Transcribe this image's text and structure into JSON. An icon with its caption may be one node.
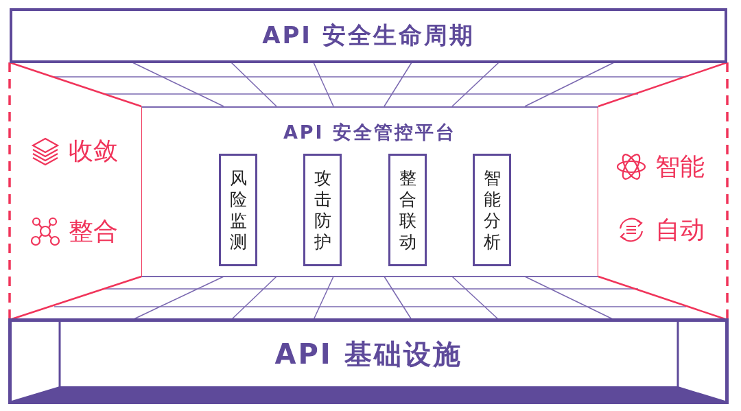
{
  "diagram": {
    "nodes": [
      {
        "text": [
          "API 安全生命周期"
        ]
      },
      {
        "text": [
          "API 安全管控平台"
        ]
      },
      {
        "text": [
          "风险监测"
        ],
        "in": 1
      },
      {
        "text": [
          "攻击防护"
        ],
        "in": 1
      },
      {
        "text": [
          "整合联动"
        ],
        "in": 1
      },
      {
        "text": [
          "智能分析"
        ],
        "in": 1
      },
      {
        "text": [
          "API 基础设施"
        ]
      }
    ],
    "labels": [
      "收敛",
      "智能",
      "整合",
      "自动"
    ]
  }
}
